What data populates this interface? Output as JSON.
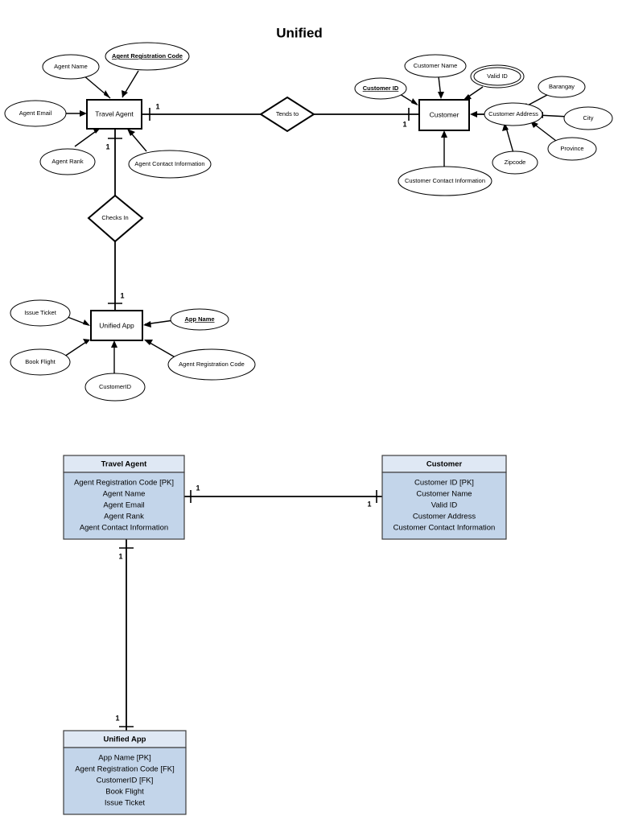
{
  "page": {
    "title": "Unified",
    "background_color": "#ffffff"
  },
  "er_diagram": {
    "entities": [
      {
        "id": "travel-agent",
        "label": "Travel Agent"
      },
      {
        "id": "customer",
        "label": "Customer"
      },
      {
        "id": "unified-app",
        "label": "Unified App"
      }
    ],
    "relationships": [
      {
        "id": "tends-to",
        "label": "Tends to",
        "from": "Travel Agent",
        "to": "Customer",
        "from_cardinality": "1",
        "to_cardinality": "1"
      },
      {
        "id": "checks-in",
        "label": "Checks In",
        "from": "Travel Agent",
        "to": "Unified App",
        "from_cardinality": "1",
        "to_cardinality": "1"
      }
    ],
    "attributes": {
      "travel_agent": [
        {
          "label": "Agent Name",
          "key": false
        },
        {
          "label": "Agent Registration Code",
          "key": true
        },
        {
          "label": "Agent Email",
          "key": false
        },
        {
          "label": "Agent Rank",
          "key": false
        },
        {
          "label": "Agent Contact Information",
          "key": false
        }
      ],
      "customer": [
        {
          "label": "Customer ID",
          "key": true
        },
        {
          "label": "Customer Name",
          "key": false
        },
        {
          "label": "Valid ID",
          "key": false,
          "multivalued": true
        },
        {
          "label": "Customer Address",
          "key": false,
          "composite": true
        },
        {
          "label": "Customer Contact Information",
          "key": false
        }
      ],
      "customer_address_parts": [
        {
          "label": "Barangay"
        },
        {
          "label": "City"
        },
        {
          "label": "Province"
        },
        {
          "label": "Zipcode"
        }
      ],
      "unified_app": [
        {
          "label": "Issue Ticket",
          "key": false
        },
        {
          "label": "App Name",
          "key": true
        },
        {
          "label": "Book Flight",
          "key": false
        },
        {
          "label": "CustomerID",
          "key": false
        },
        {
          "label": "Agent Registration Code",
          "key": false
        }
      ]
    }
  },
  "schema": {
    "header_fill": "#dfe8f4",
    "body_fill": "#c3d5ea",
    "border_color": "#3c3c3c",
    "tables": [
      {
        "id": "travel-agent-table",
        "title": "Travel Agent",
        "fields": [
          "Agent Registration Code [PK]",
          "Agent Name",
          "Agent Email",
          "Agent Rank",
          "Agent Contact Information"
        ]
      },
      {
        "id": "customer-table",
        "title": "Customer",
        "fields": [
          "Customer ID [PK]",
          "Customer Name",
          "Valid ID",
          "Customer Address",
          "Customer Contact Information"
        ]
      },
      {
        "id": "unified-app-table",
        "title": "Unified App",
        "fields": [
          "App Name [PK]",
          "Agent Registration Code [FK]",
          "CustomerID [FK]",
          "Book Flight",
          "Issue Ticket"
        ]
      }
    ],
    "relations": [
      {
        "id": "ta-cust-relation",
        "from": "Travel Agent",
        "to": "Customer",
        "from_cardinality": "1",
        "to_cardinality": "1"
      },
      {
        "id": "ta-app-relation",
        "from": "Travel Agent",
        "to": "Unified App",
        "from_cardinality": "1",
        "to_cardinality": "1"
      }
    ]
  }
}
